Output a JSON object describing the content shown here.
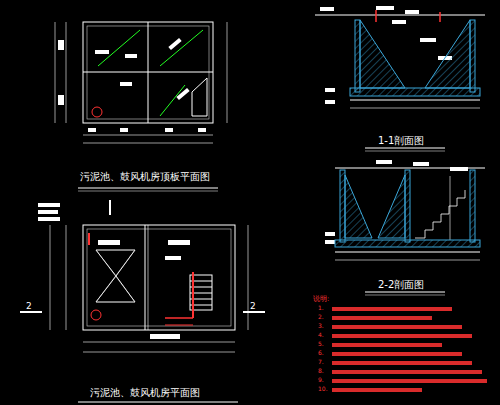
{
  "diagram": {
    "labels": [
      "污泥池、鼓风机房顶板平面图",
      "污泥池、鼓风机房平面图",
      "1-1剖面图",
      "2-2剖面图",
      "说明:",
      "1.",
      "2.",
      "3.",
      "4.",
      "5.",
      "6.",
      "7.",
      "8.",
      "9.",
      "10.",
      "2",
      "2"
    ]
  }
}
